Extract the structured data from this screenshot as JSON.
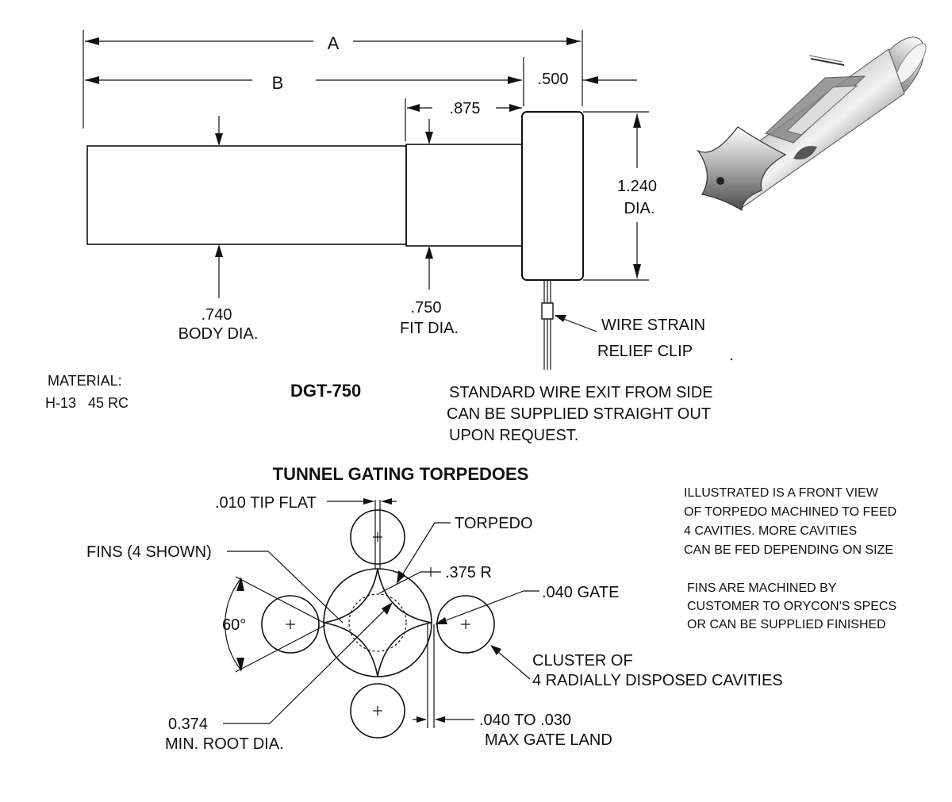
{
  "dimensions": {
    "a": "A",
    "b": "B",
    "flange_length": ".500",
    "fit_length": ".875",
    "flange_dia_value": "1.240",
    "flange_dia_unit": "DIA.",
    "body_dia_value": ".740",
    "body_dia_label": "BODY DIA.",
    "fit_dia_value": ".750",
    "fit_dia_label": "FIT DIA.",
    "wire_line1": "WIRE STRAIN",
    "wire_line2": "RELIEF CLIP"
  },
  "material": {
    "label": "MATERIAL:",
    "value": "H-13   45 RC"
  },
  "part_number": "DGT-750",
  "wire_exit_note": [
    "STANDARD WIRE EXIT FROM SIDE",
    "CAN BE SUPPLIED STRAIGHT OUT",
    "UPON REQUEST."
  ],
  "front_view": {
    "title": "TUNNEL GATING TORPEDOES",
    "tip_flat": ".010 TIP FLAT",
    "torpedo": "TORPEDO",
    "fins": "FINS (4 SHOWN)",
    "radius": ".375 R",
    "gate": ".040 GATE",
    "angle": "60°",
    "cluster_line1": "CLUSTER OF",
    "cluster_line2": "4 RADIALLY DISPOSED CAVITIES",
    "root_value": "0.374",
    "root_label": "MIN. ROOT DIA.",
    "land_value": ".040 TO .030",
    "land_label": "MAX GATE LAND"
  },
  "notes": {
    "illustrated": [
      "ILLUSTRATED IS A FRONT VIEW",
      "OF TORPEDO MACHINED TO FEED",
      "4 CAVITIES. MORE CAVITIES",
      "CAN BE FED DEPENDING ON SIZE"
    ],
    "fins": [
      "FINS ARE MACHINED BY",
      "CUSTOMER TO ORYCON'S SPECS",
      "OR CAN BE SUPPLIED FINISHED"
    ]
  },
  "colors": {
    "ink": "#111111",
    "paper": "#ffffff",
    "metal_light": "#e6e6e6",
    "metal_dark": "#6a6a6a"
  }
}
